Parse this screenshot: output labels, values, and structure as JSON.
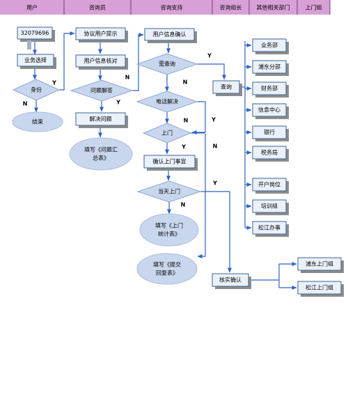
{
  "header": {
    "columns": [
      "用户",
      "咨询员",
      "咨询支持",
      "咨询组长",
      "其他相关部门",
      "上门组"
    ]
  },
  "nodes": {
    "phone_number": "32079696",
    "business_select": "业务选择",
    "identity": "身份",
    "end": "结束",
    "protocol_prompt": "协议用户提示",
    "user_info_check": "用户信息核对",
    "question_answer": "问题解答",
    "solve_problem": "解决问题",
    "fill_summary": "填写《问题汇总表》",
    "user_info_confirm": "用户信息确认",
    "need_query": "需查询",
    "phone_solve": "电话解决",
    "visit": "上门",
    "confirm_visit": "确认上门事宜",
    "same_day_visit": "当天上门",
    "fill_visit_stats": "填写《上门统计表》",
    "fill_submit_reply": "填写《提交回复表》",
    "query": "查询",
    "verify_confirm": "核实确认",
    "departments": [
      "业务部",
      "浦东分部",
      "财务部",
      "信息中心",
      "银行",
      "税务局",
      "开户岗位",
      "培训组",
      "松江办事"
    ],
    "visit_groups": [
      "浦东上门组",
      "松江上门组"
    ]
  },
  "labels": {
    "yes": "Y",
    "no": "N"
  },
  "colors": {
    "header_bg": "#d9a0d8",
    "box_fill": "#ebf1fa",
    "box_stroke": "#3d6394",
    "shadow": "#8c8c8c",
    "ellipse_fill": "#c9d7ee",
    "arrow": "#2f62c5"
  }
}
